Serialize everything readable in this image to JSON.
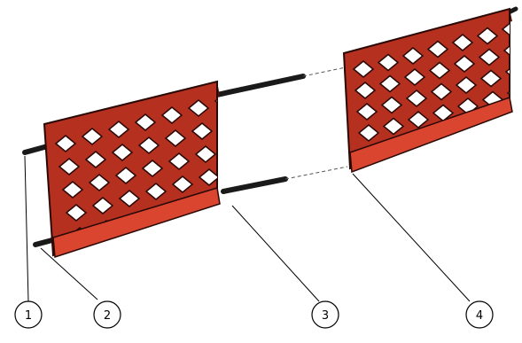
{
  "callouts": [
    {
      "id": "1",
      "label": "1"
    },
    {
      "id": "2",
      "label": "2"
    },
    {
      "id": "3",
      "label": "3"
    },
    {
      "id": "4",
      "label": "4"
    }
  ],
  "colors": {
    "lattice_face": "#b5301f",
    "lattice_dark": "#5a140c",
    "lattice_base": "#d9452f",
    "lattice_outline": "#2a0804",
    "rod": "#1a1a1a",
    "leader": "#000000",
    "background": "#ffffff"
  }
}
